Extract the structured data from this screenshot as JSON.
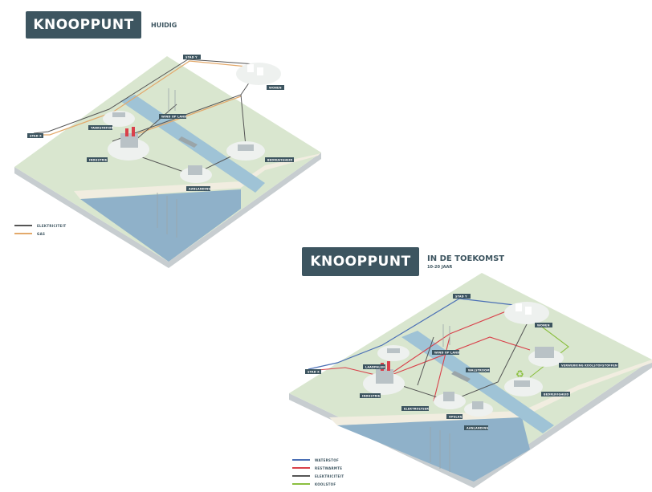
{
  "panel1": {
    "title": "KNOOPPUNT",
    "subtitle": "HUIDIG",
    "labels": {
      "stad_y": "STAD Y",
      "stad_x": "STAD X",
      "wonen": "WONEN",
      "tankstation": "TANKSTATION",
      "wind_op_land": "WIND OP LAND",
      "industrie": "INDUSTRIE",
      "bedrijvigheid": "BEDRIJVIGHEID",
      "aanlanding": "AANLANDING"
    },
    "legend": [
      {
        "label": "ELEKTRICITEIT",
        "color": "#555555"
      },
      {
        "label": "GAS",
        "color": "#e3a96b"
      }
    ]
  },
  "panel2": {
    "title": "KNOOPPUNT",
    "subtitle": "IN DE TOEKOMST",
    "subtitle2": "10-20 JAAR",
    "labels": {
      "stad_y": "STAD Y",
      "stad_x": "STAD X",
      "wonen": "WONEN",
      "laadpalen": "LAADPALEN",
      "wind_op_land": "WIND OP LAND",
      "walstroom": "WALSTROOM",
      "verwerking": "VERWERKING KOOLSTOFSTOFFEN",
      "industrie": "INDUSTRIE",
      "bedrijvigheid": "BEDRIJVIGHEID",
      "elektrolyser": "ELEKTROLYSER",
      "opslag": "OPSLAG",
      "aanlanding": "AANLANDING"
    },
    "legend": [
      {
        "label": "WATERSTOF",
        "color": "#4a6fb5"
      },
      {
        "label": "RESTWARMTE",
        "color": "#d9404a"
      },
      {
        "label": "ELEKTRICITEIT",
        "color": "#555555"
      },
      {
        "label": "KOOLSTOF",
        "color": "#8bbf3f"
      }
    ]
  },
  "colors": {
    "land": "#d9e6cf",
    "sea": "#8fb1c9",
    "river": "#9fc3d6",
    "beach": "#f1ede0",
    "edge": "#c7cdd0",
    "label_bg": "#3d5560"
  }
}
